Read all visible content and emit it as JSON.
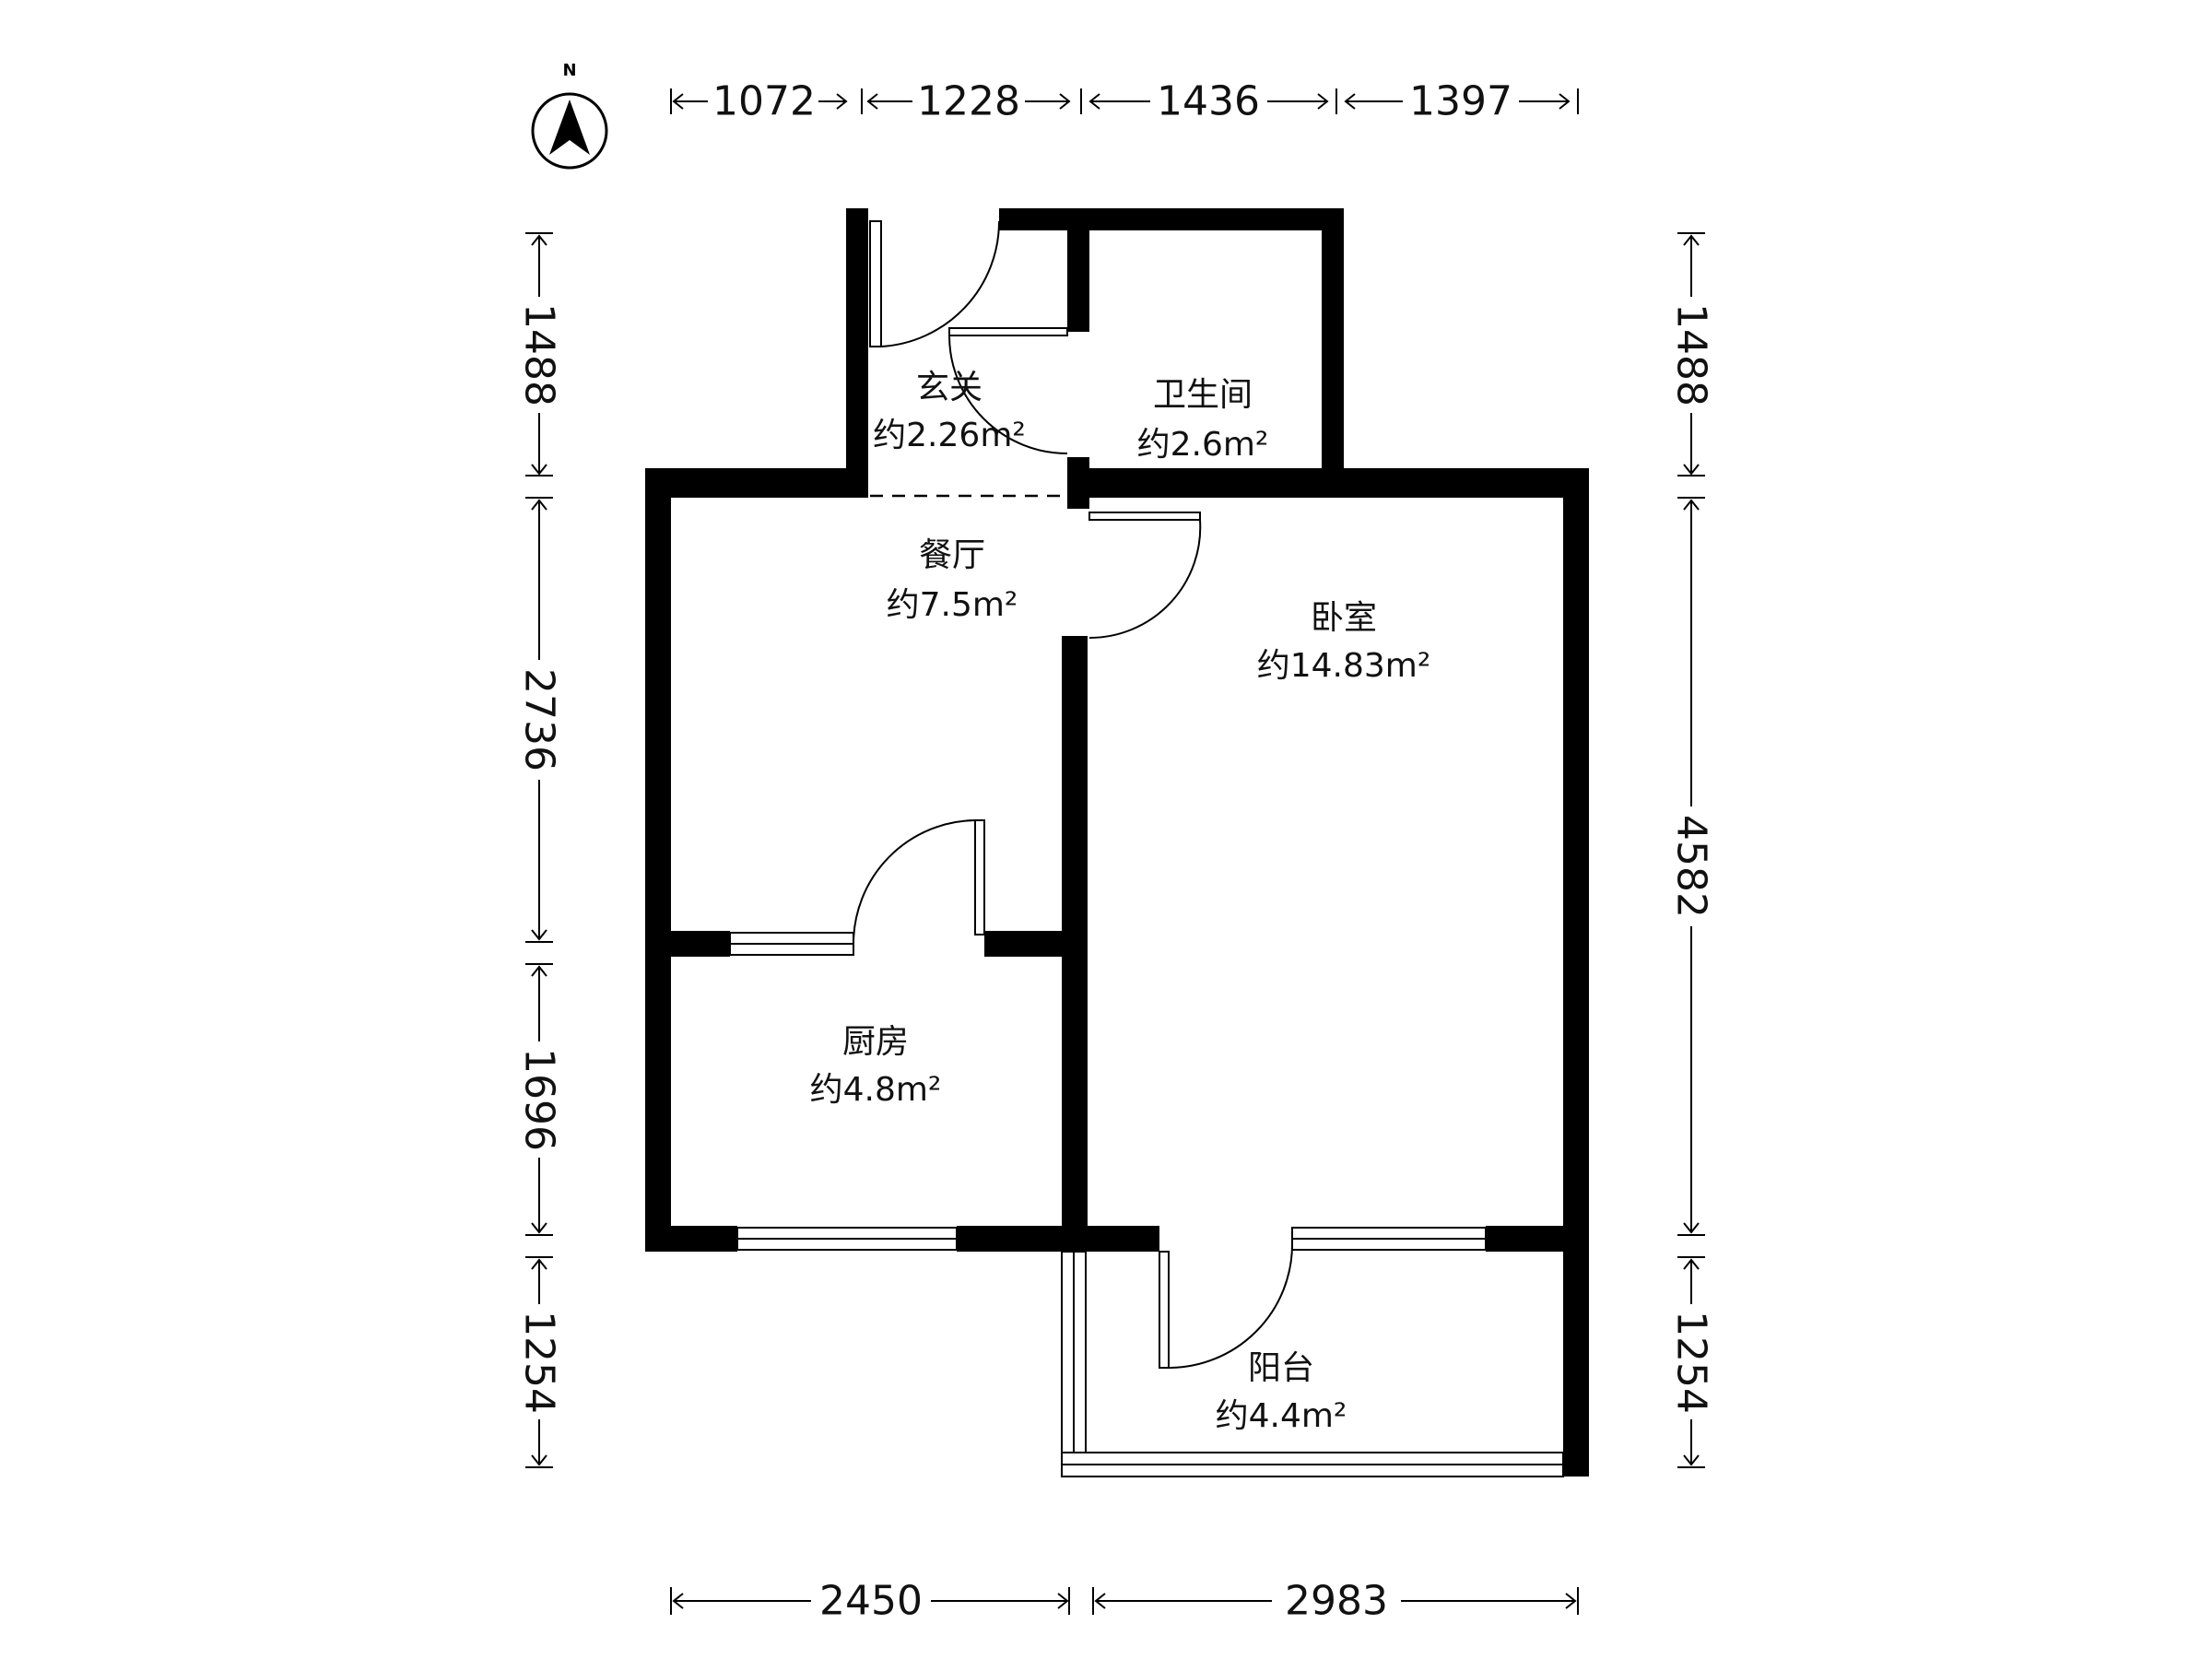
{
  "compass": {
    "label": "N",
    "icon": "north-arrow-icon"
  },
  "dimensions": {
    "top": [
      "1072",
      "1228",
      "1436",
      "1397"
    ],
    "bottom": [
      "2450",
      "2983"
    ],
    "left": [
      "1488",
      "2736",
      "1696",
      "1254"
    ],
    "right": [
      "1488",
      "4582",
      "1254"
    ]
  },
  "rooms": {
    "foyer": {
      "name": "玄关",
      "area": "约2.26m²"
    },
    "bathroom": {
      "name": "卫生间",
      "area": "约2.6m²"
    },
    "dining": {
      "name": "餐厅",
      "area": "约7.5m²"
    },
    "bedroom": {
      "name": "卧室",
      "area": "约14.83m²"
    },
    "kitchen": {
      "name": "厨房",
      "area": "约4.8m²"
    },
    "balcony": {
      "name": "阳台",
      "area": "约4.4m²"
    }
  }
}
